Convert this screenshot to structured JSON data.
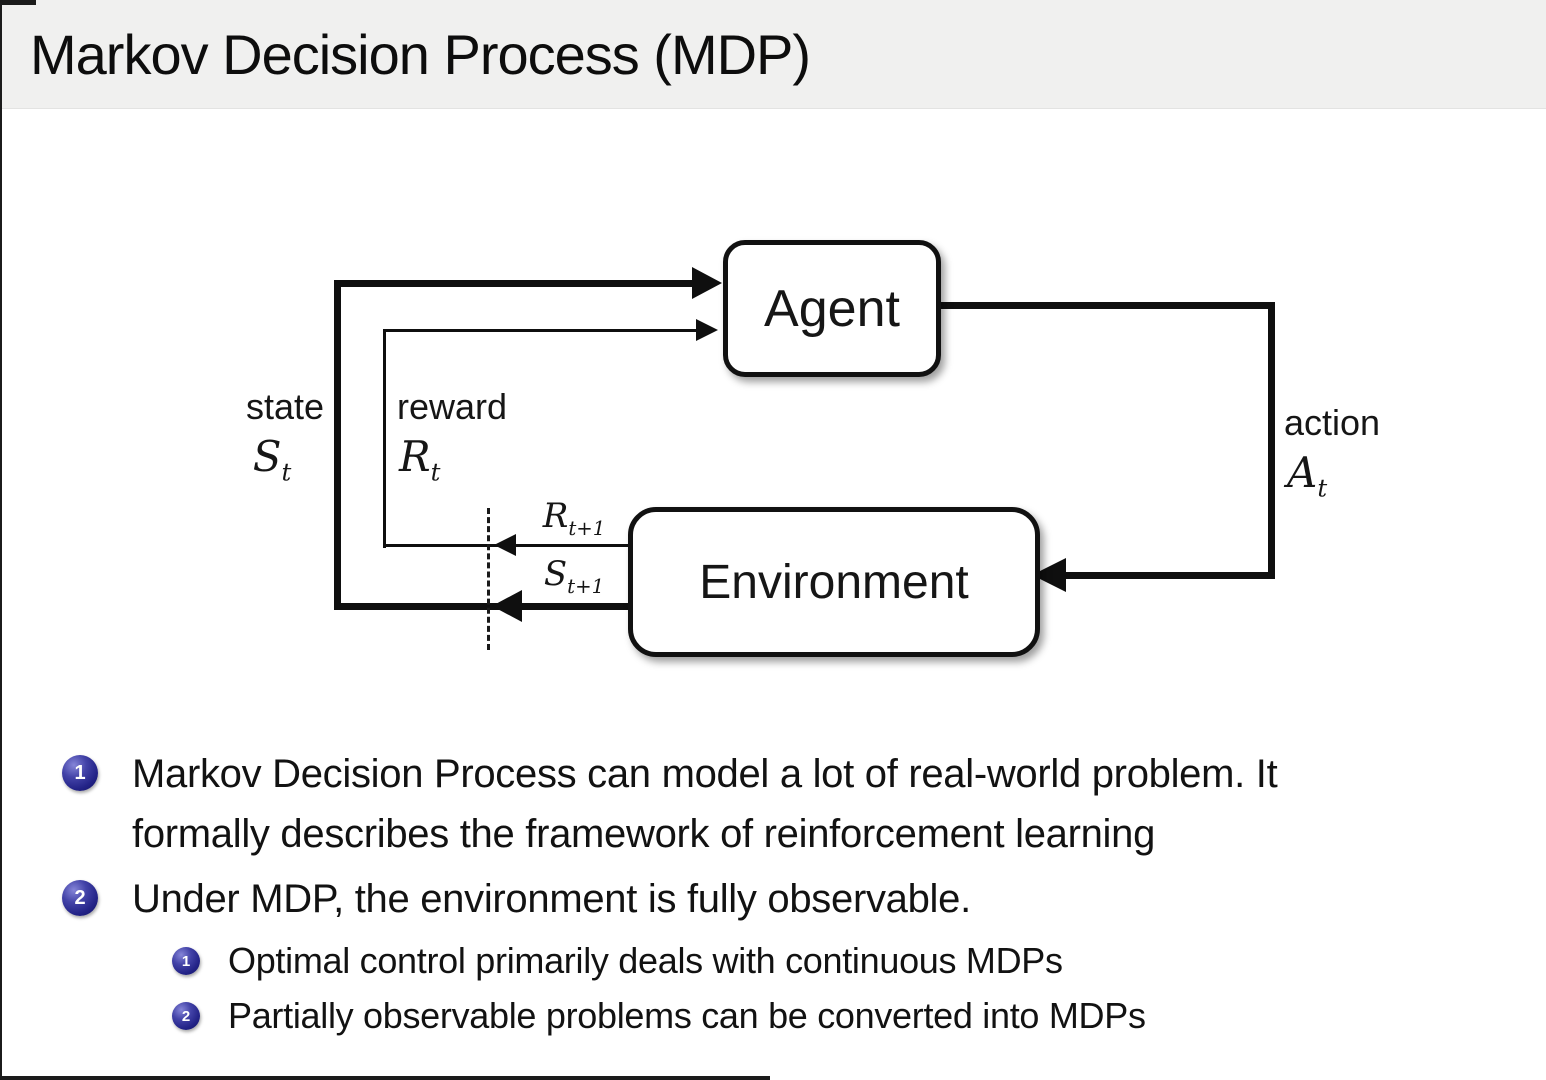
{
  "slide": {
    "title": "Markov Decision Process (MDP)"
  },
  "diagram": {
    "agent_label": "Agent",
    "environment_label": "Environment",
    "state_word": "state",
    "state_symbol": {
      "base": "S",
      "sub": "t"
    },
    "reward_word": "reward",
    "reward_symbol": {
      "base": "R",
      "sub": "t"
    },
    "action_word": "action",
    "action_symbol": {
      "base": "A",
      "sub": "t"
    },
    "reward_next_symbol": {
      "base": "R",
      "sub": "t+1"
    },
    "state_next_symbol": {
      "base": "S",
      "sub": "t+1"
    }
  },
  "bullets": [
    {
      "number": "1",
      "lines": [
        "Markov Decision Process can model a lot of real-world problem. It",
        "formally describes the framework of reinforcement learning"
      ]
    },
    {
      "number": "2",
      "lines": [
        "Under MDP, the environment is fully observable."
      ]
    }
  ],
  "sub_bullets": [
    {
      "number": "1",
      "text": "Optimal control primarily deals with continuous MDPs"
    },
    {
      "number": "2",
      "text": "Partially observable problems can be converted into MDPs"
    }
  ],
  "colors": {
    "header_bg": "#f0f0ef",
    "line_color": "#0f0f0f",
    "badge_color": "#232387",
    "text_color": "#121212"
  }
}
